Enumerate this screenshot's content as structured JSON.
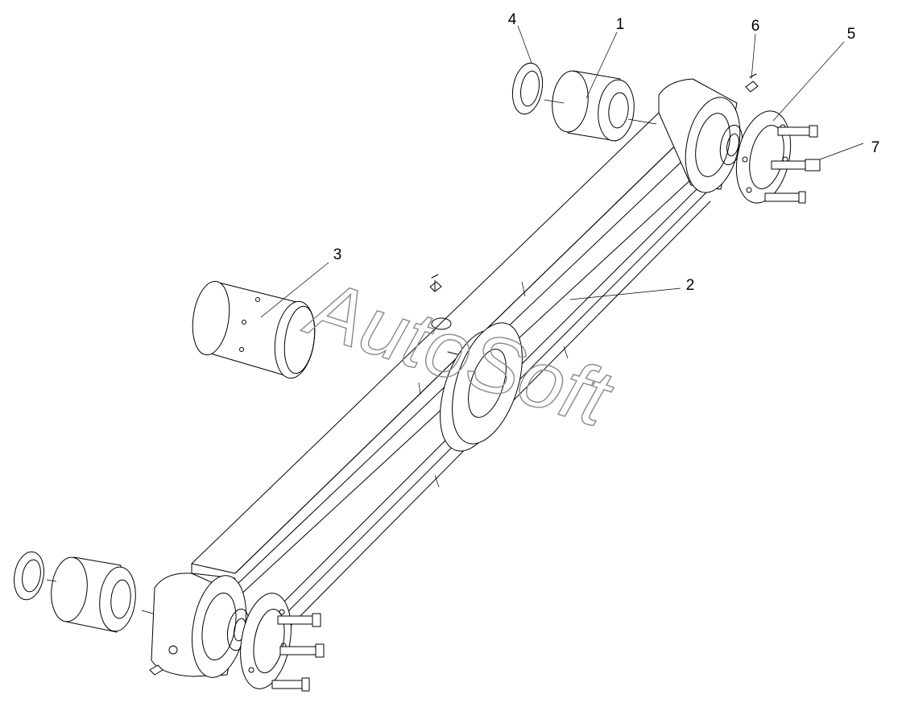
{
  "callouts": [
    {
      "number": "1",
      "part": "bushing-right"
    },
    {
      "number": "2",
      "part": "beam"
    },
    {
      "number": "3",
      "part": "center-bushing"
    },
    {
      "number": "4",
      "part": "seal-ring"
    },
    {
      "number": "5",
      "part": "flange-cover"
    },
    {
      "number": "6",
      "part": "grease-nipple"
    },
    {
      "number": "7",
      "part": "bolt"
    }
  ],
  "watermark": {
    "text": "AutoSoft"
  }
}
